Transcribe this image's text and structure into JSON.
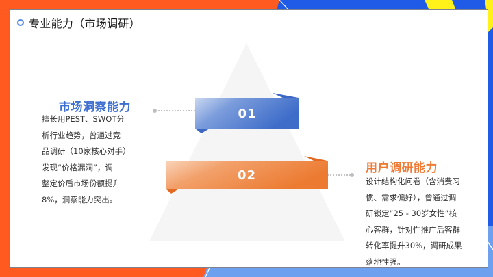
{
  "slide": {
    "title": "专业能力（市场调研）"
  },
  "colors": {
    "orange_bg": "#ff5a1f",
    "blue_bg": "#1f5be6",
    "light_blue_bg": "#6ea0f0",
    "yellow_accent": "#fff21a",
    "blue_accent": "#4a78d0",
    "orange_accent": "#ee7a34",
    "triangle_fill": "#f5f5f5"
  },
  "sections": [
    {
      "number": "01",
      "title": "市场洞察能力",
      "body_lines": [
        "擅长用PEST、SWOT分",
        "析行业趋势，曾通过竞",
        "品调研（10家核心对手）",
        "发现“价格漏洞”，调",
        "整定价后市场份额提升",
        "8%，洞察能力突出。"
      ]
    },
    {
      "number": "02",
      "title": "用户调研能力",
      "body_lines": [
        "设计结构化问卷（含消费习",
        "惯、需求偏好），曾通过调",
        "研锁定“25 - 30岁女性”核",
        "心客群，针对性推广后客群",
        "转化率提升30%，调研成果",
        "落地性强。"
      ]
    }
  ]
}
